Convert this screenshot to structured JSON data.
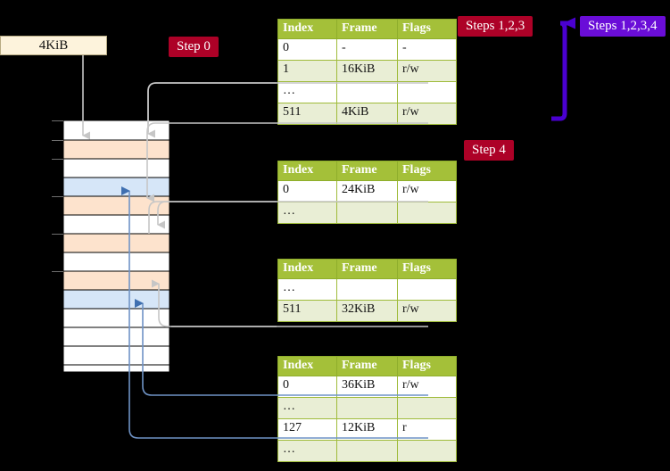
{
  "diagram": {
    "title_note": "Multi-level page table walk",
    "memory_label": {
      "text": "4KiB"
    },
    "badges": [
      {
        "id": "step0",
        "label": "Step 0",
        "color": "#ad0127",
        "style": "red"
      },
      {
        "id": "steps123",
        "label": "Steps 1,2,3",
        "color": "#ad0127",
        "style": "red"
      },
      {
        "id": "steps1234",
        "label": "Steps 1,2,3,4",
        "color": "#6a0dd8",
        "style": "blue"
      },
      {
        "id": "step4",
        "label": "Step 4",
        "color": "#ad0127",
        "style": "red"
      }
    ],
    "table_columns": [
      "Index",
      "Frame",
      "Flags"
    ],
    "tables": [
      {
        "id": "level-1-table",
        "rows": [
          {
            "index": "0",
            "frame": "-",
            "flags": "-",
            "band": "odd",
            "highlight": false
          },
          {
            "index": "1",
            "frame": "16KiB",
            "flags": "r/w",
            "band": "even",
            "highlight": false
          },
          {
            "index": "…",
            "frame": "",
            "flags": "",
            "band": "odd",
            "highlight": false
          },
          {
            "index": "511",
            "frame": "4KiB",
            "flags": "r/w",
            "band": "even",
            "highlight": true
          }
        ]
      },
      {
        "id": "level-2-table",
        "rows": [
          {
            "index": "0",
            "frame": "24KiB",
            "flags": "r/w",
            "band": "odd",
            "highlight": false
          },
          {
            "index": "…",
            "frame": "",
            "flags": "",
            "band": "even",
            "highlight": false
          }
        ]
      },
      {
        "id": "level-3-table",
        "rows": [
          {
            "index": "…",
            "frame": "",
            "flags": "",
            "band": "odd",
            "highlight": false
          },
          {
            "index": "511",
            "frame": "32KiB",
            "flags": "r/w",
            "band": "even",
            "highlight": false
          }
        ]
      },
      {
        "id": "level-4-table",
        "rows": [
          {
            "index": "0",
            "frame": "36KiB",
            "flags": "r/w",
            "band": "odd",
            "highlight": false
          },
          {
            "index": "…",
            "frame": "",
            "flags": "",
            "band": "even",
            "highlight": false
          },
          {
            "index": "127",
            "frame": "12KiB",
            "flags": "r",
            "band": "odd",
            "highlight": false
          },
          {
            "index": "…",
            "frame": "",
            "flags": "",
            "band": "even",
            "highlight": false
          }
        ]
      }
    ],
    "memory_column": {
      "frames": [
        {
          "fill": "white"
        },
        {
          "fill": "peach"
        },
        {
          "fill": "white"
        },
        {
          "fill": "bluef"
        },
        {
          "fill": "peach"
        },
        {
          "fill": "white"
        },
        {
          "fill": "peach"
        },
        {
          "fill": "white"
        },
        {
          "fill": "peach"
        },
        {
          "fill": "bluef"
        },
        {
          "fill": "white"
        },
        {
          "fill": "white"
        },
        {
          "fill": "white"
        },
        {
          "fill": "white"
        }
      ]
    },
    "colors": {
      "table_header": "#a4c039",
      "table_band": "#e9eed5",
      "highlight": "#ffff9e",
      "peach_frame": "#fde3cd",
      "blue_frame": "#d6e6f8",
      "gray_arrow": "#c0c0c0",
      "blue_arrow": "#4a7bbd",
      "purple_arrow": "#4a00d0",
      "background": "#000000"
    }
  }
}
